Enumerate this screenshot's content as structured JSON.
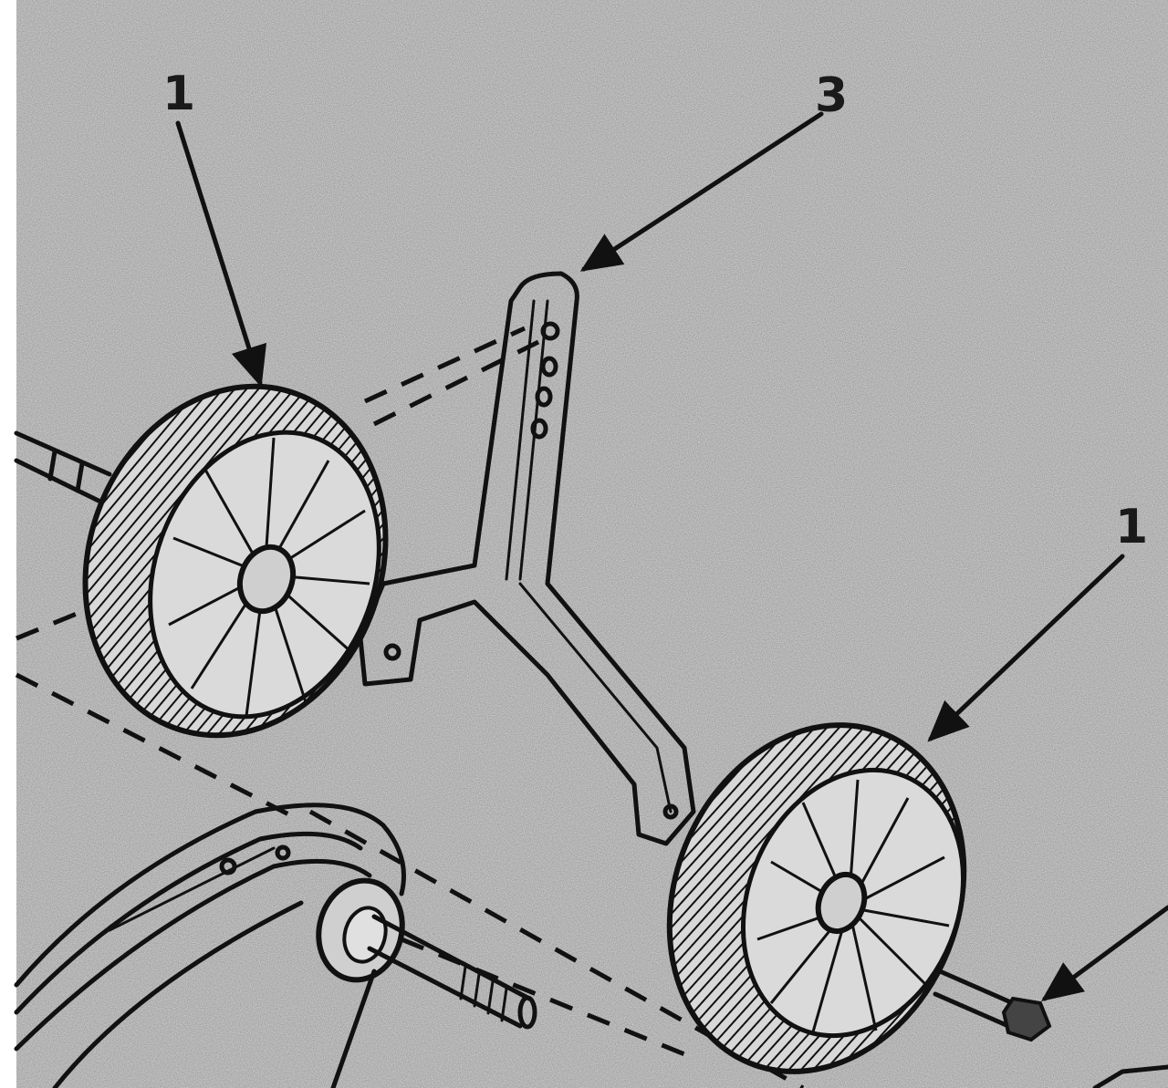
{
  "diagram": {
    "callouts": [
      {
        "id": "wheel-left",
        "label": "1"
      },
      {
        "id": "bracket",
        "label": "3"
      },
      {
        "id": "wheel-right",
        "label": "1"
      }
    ],
    "colors": {
      "background": "#dadada",
      "ink": "#111111",
      "margin": "#ffffff"
    }
  }
}
